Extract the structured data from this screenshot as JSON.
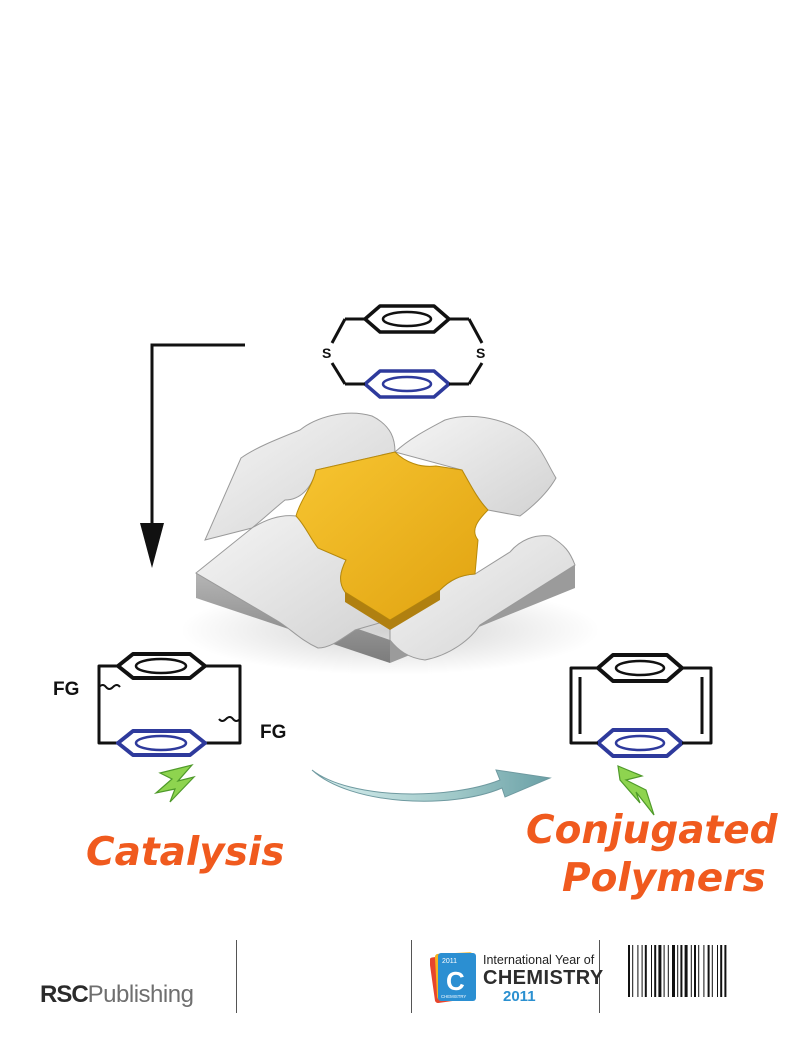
{
  "graphic": {
    "sulfur_label": "S",
    "functional_group_label": "FG",
    "left_caption": "Catalysis",
    "right_caption_line1": "Conjugated",
    "right_caption_line2": "Polymers",
    "icons": [
      "dithia-cyclophane",
      "puzzle",
      "arrow",
      "lightning",
      "curved-arrow"
    ],
    "colors": {
      "puzzle_center": "#f2b81b",
      "puzzle_piece": "#dcdcdc",
      "lower_ring": "#2e3a9c",
      "caption": "#f05a1e",
      "lightning": "#8ed44f"
    }
  },
  "footer": {
    "publisher_bold": "RSC",
    "publisher_light": "Publishing",
    "iyc_logo_year": "2011",
    "iyc_logo_letter": "C",
    "iyc_logo_word": "CHEMISTRY",
    "iyc_line1": "International Year of",
    "iyc_line2": "CHEMISTRY",
    "iyc_line3": "2011"
  }
}
